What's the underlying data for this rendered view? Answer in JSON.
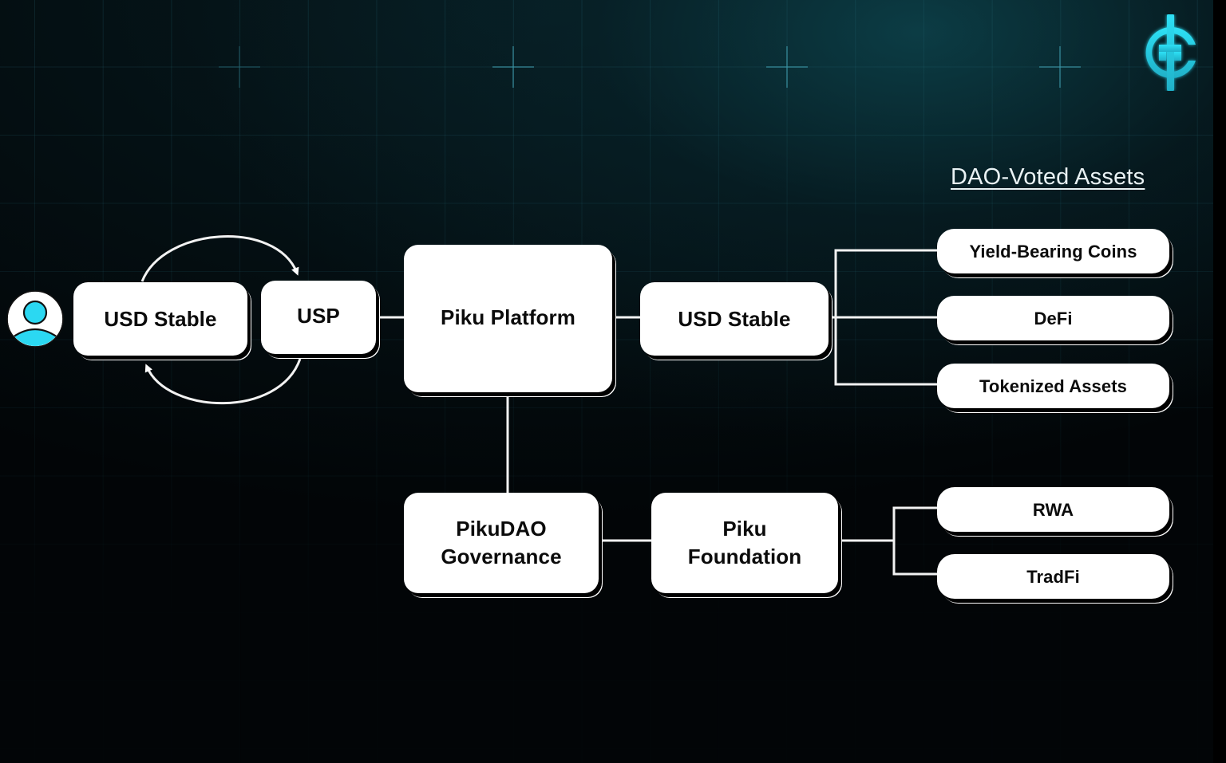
{
  "diagram": {
    "section_title": "DAO-Voted Assets",
    "brand": {
      "logo_icon": "piku-logo-icon",
      "accent_color": "#26c6df"
    },
    "user": {
      "icon": "user-avatar-icon",
      "accent_color": "#2bd8f2"
    },
    "nodes": {
      "usd_stable_left": "USD Stable",
      "usp": "USP",
      "piku_platform": "Piku Platform",
      "usd_stable_right": "USD Stable",
      "pikudao_governance": [
        "PikuDAO",
        "Governance"
      ],
      "piku_foundation": [
        "Piku",
        "Foundation"
      ]
    },
    "dao_voted_assets": [
      "Yield-Bearing Coins",
      "DeFi",
      "Tokenized Assets"
    ],
    "foundation_assets": [
      "RWA",
      "TradFi"
    ],
    "edges": [
      {
        "from": "usd_stable_left",
        "to": "usp",
        "type": "curved-arrow"
      },
      {
        "from": "usp",
        "to": "usd_stable_left",
        "type": "curved-arrow"
      },
      {
        "from": "usp",
        "to": "piku_platform",
        "type": "line"
      },
      {
        "from": "piku_platform",
        "to": "usd_stable_right",
        "type": "line"
      },
      {
        "from": "usd_stable_right",
        "to": "Yield-Bearing Coins",
        "type": "elbow"
      },
      {
        "from": "usd_stable_right",
        "to": "DeFi",
        "type": "elbow"
      },
      {
        "from": "usd_stable_right",
        "to": "Tokenized Assets",
        "type": "elbow"
      },
      {
        "from": "piku_platform",
        "to": "pikudao_governance",
        "type": "line"
      },
      {
        "from": "pikudao_governance",
        "to": "piku_foundation",
        "type": "line"
      },
      {
        "from": "piku_foundation",
        "to": "RWA",
        "type": "elbow"
      },
      {
        "from": "piku_foundation",
        "to": "TradFi",
        "type": "elbow"
      }
    ]
  }
}
